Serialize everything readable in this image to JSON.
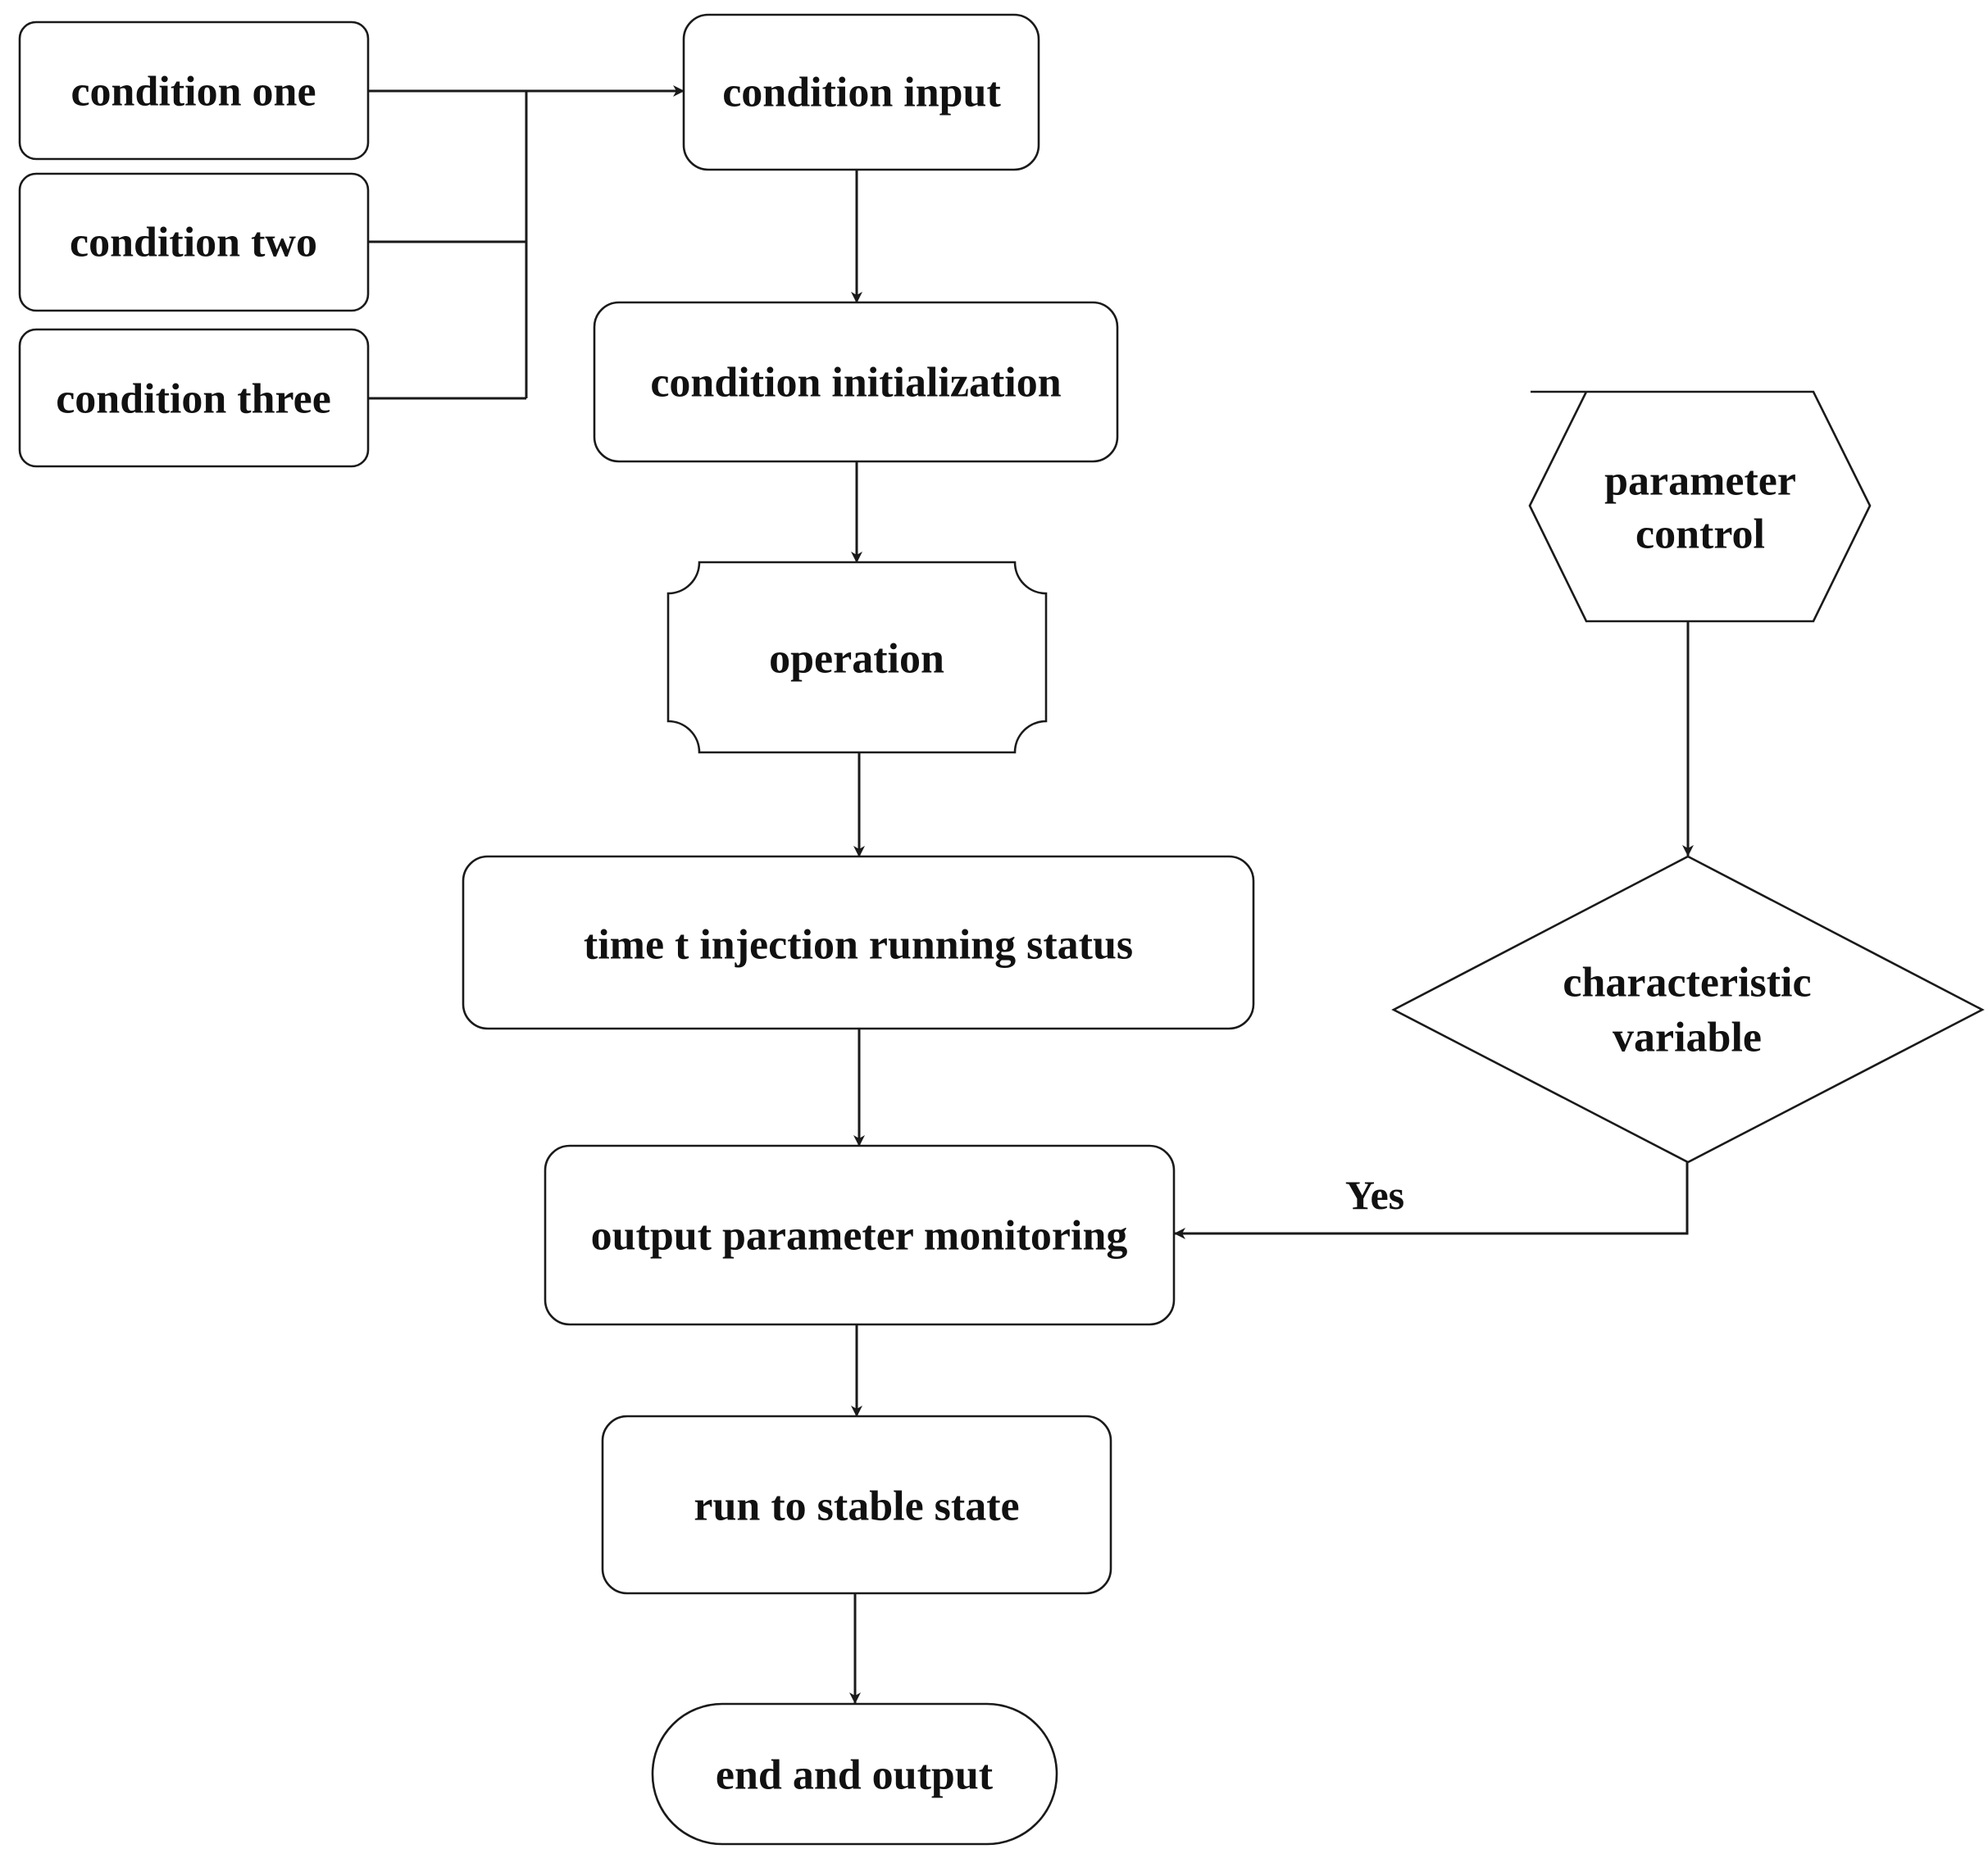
{
  "diagram": {
    "nodes": {
      "condition_one": "condition one",
      "condition_two": "condition two",
      "condition_three": "condition three",
      "condition_input": "condition input",
      "condition_initialization": "condition initialization",
      "operation": "operation",
      "time_injection": "time t injection running status",
      "output_monitoring": "output parameter monitoring",
      "run_stable": "run to stable state",
      "end_output": "end and output",
      "parameter_control_line1": "parameter",
      "parameter_control_line2": "control",
      "characteristic_line1": "characteristic",
      "characteristic_line2": "variable"
    },
    "edge_labels": {
      "yes": "Yes"
    },
    "edges": [
      {
        "from": "condition one",
        "to": "condition input"
      },
      {
        "from": "condition two",
        "to": "condition input"
      },
      {
        "from": "condition three",
        "to": "condition input"
      },
      {
        "from": "condition input",
        "to": "condition initialization"
      },
      {
        "from": "condition initialization",
        "to": "operation"
      },
      {
        "from": "operation",
        "to": "time t injection running status"
      },
      {
        "from": "time t injection running status",
        "to": "output parameter monitoring"
      },
      {
        "from": "output parameter monitoring",
        "to": "run to stable state"
      },
      {
        "from": "run to stable state",
        "to": "end and output"
      },
      {
        "from": "parameter control",
        "to": "characteristic variable"
      },
      {
        "from": "characteristic variable",
        "to": "output parameter monitoring",
        "label": "Yes"
      }
    ]
  }
}
